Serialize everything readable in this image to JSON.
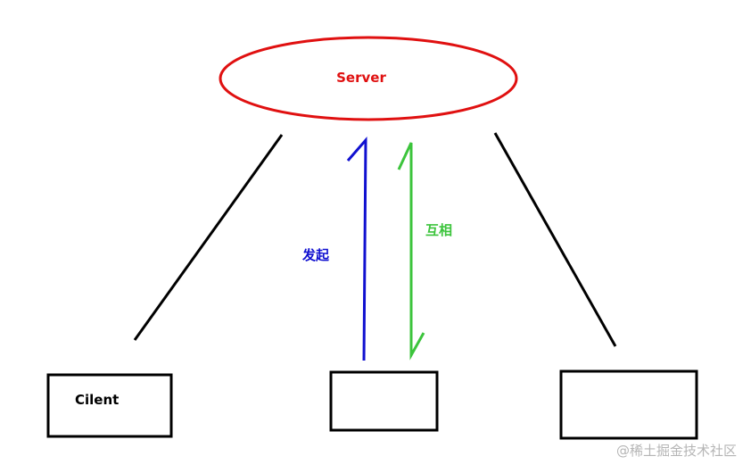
{
  "server": {
    "label": "Server",
    "color": "#e01010"
  },
  "clients": [
    {
      "label": "Cilent"
    },
    {
      "label": ""
    },
    {
      "label": ""
    }
  ],
  "arrows": {
    "initiate": {
      "label": "发起",
      "color": "#1010d0"
    },
    "mutual": {
      "label": "互相",
      "color": "#3cc43c"
    }
  },
  "watermark": "@稀土掘金技术社区",
  "colors": {
    "line": "#000000",
    "background": "#ffffff",
    "watermark": "#b5b5b5"
  }
}
